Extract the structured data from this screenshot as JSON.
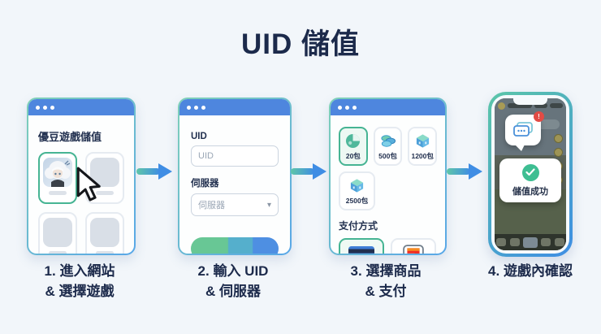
{
  "page_title": "UID 儲值",
  "colors": {
    "background": "#F2F6FA",
    "titlebar_blue": "#4E86DE",
    "navy_text": "#1C2A4B",
    "accent_teal": "#46B493",
    "accent_blue": "#4E8FE2",
    "success_green": "#3EBE92",
    "badge_red": "#E24B45"
  },
  "icons": {
    "chevron_down": "▾",
    "notification_mark": "!"
  },
  "steps": [
    {
      "caption_line1": "1. 進入網站",
      "caption_line2": "& 選擇遊戲",
      "browser": {
        "title": "優豆遊戲儲值"
      }
    },
    {
      "caption_line1": "2. 輸入 UID",
      "caption_line2": "& 伺服器",
      "form": {
        "uid_label": "UID",
        "uid_placeholder": "UID",
        "server_label": "伺服器",
        "server_placeholder": "伺服器"
      }
    },
    {
      "caption_line1": "3. 選擇商品",
      "caption_line2": "& 支付",
      "shop": {
        "products": [
          {
            "label": "20包",
            "icon": "coin-icon",
            "selected": true
          },
          {
            "label": "500包",
            "icon": "coins-icon",
            "selected": false
          },
          {
            "label": "1200包",
            "icon": "cube-icon",
            "selected": false
          },
          {
            "label": "2500包",
            "icon": "cube-icon",
            "selected": false
          }
        ],
        "payment_label": "支付方式",
        "payments": [
          {
            "name": "credit-card",
            "selected": true
          },
          {
            "name": "seven-eleven",
            "selected": false
          }
        ]
      }
    },
    {
      "caption_line1": "4. 遊戲內確認",
      "caption_line2": "",
      "phone": {
        "success_text": "儲值成功"
      }
    }
  ]
}
